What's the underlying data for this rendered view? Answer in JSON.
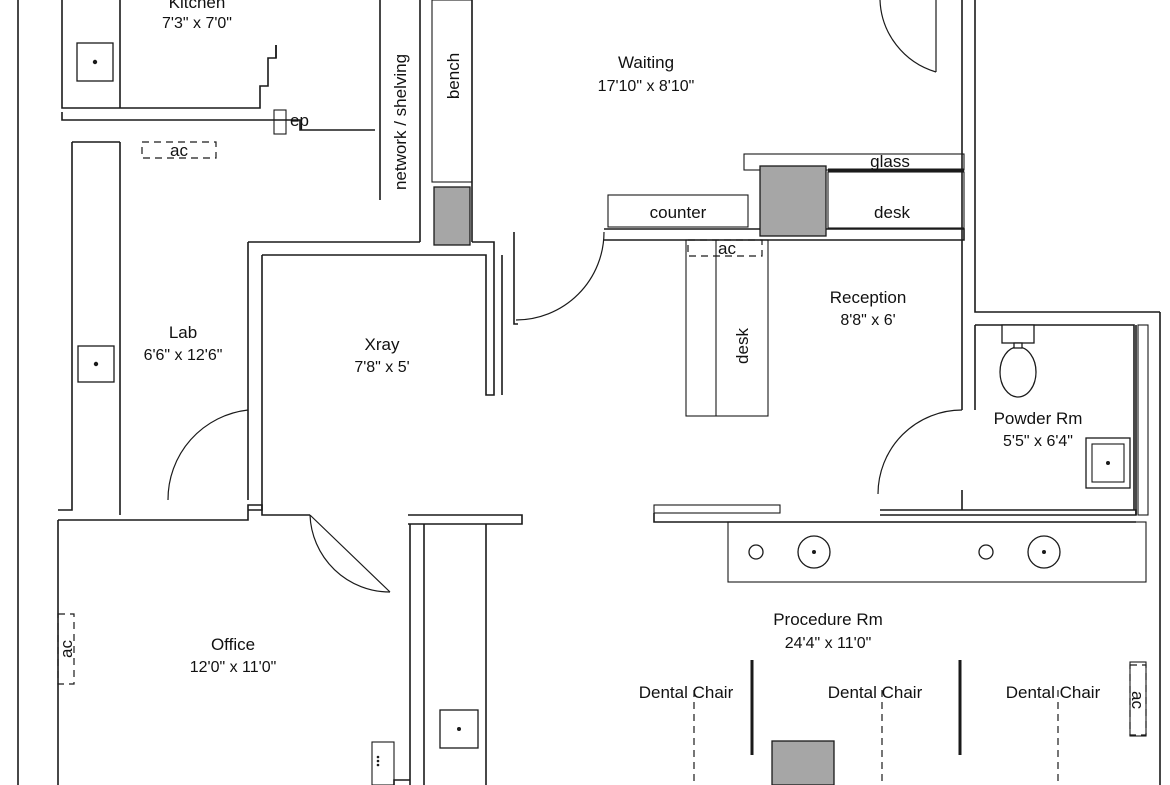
{
  "rooms": {
    "kitchen": {
      "name": "Kitchen",
      "dims": "7'3\" x 7'0\""
    },
    "waiting": {
      "name": "Waiting",
      "dims": "17'10\" x 8'10\""
    },
    "lab": {
      "name": "Lab",
      "dims": "6'6\" x 12'6\""
    },
    "xray": {
      "name": "Xray",
      "dims": "7'8\" x 5'"
    },
    "reception": {
      "name": "Reception",
      "dims": "8'8\" x 6'"
    },
    "powder": {
      "name": "Powder Rm",
      "dims": "5'5\" x 6'4\""
    },
    "office": {
      "name": "Office",
      "dims": "12'0\" x 11'0\""
    },
    "procedure": {
      "name": "Procedure Rm",
      "dims": "24'4\" x 11'0\""
    }
  },
  "labels": {
    "ep": "ep",
    "network": "network / shelving",
    "bench": "bench",
    "counter": "counter",
    "glass": "glass",
    "desk_top": "desk",
    "desk_side": "desk",
    "ac": "ac",
    "dental_chair_1": "Dental Chair",
    "dental_chair_2": "Dental Chair",
    "dental_chair_3": "Dental Chair"
  },
  "colors": {
    "line": "#1a1a1a",
    "fill_block": "#a6a6a6",
    "background": "#ffffff"
  }
}
